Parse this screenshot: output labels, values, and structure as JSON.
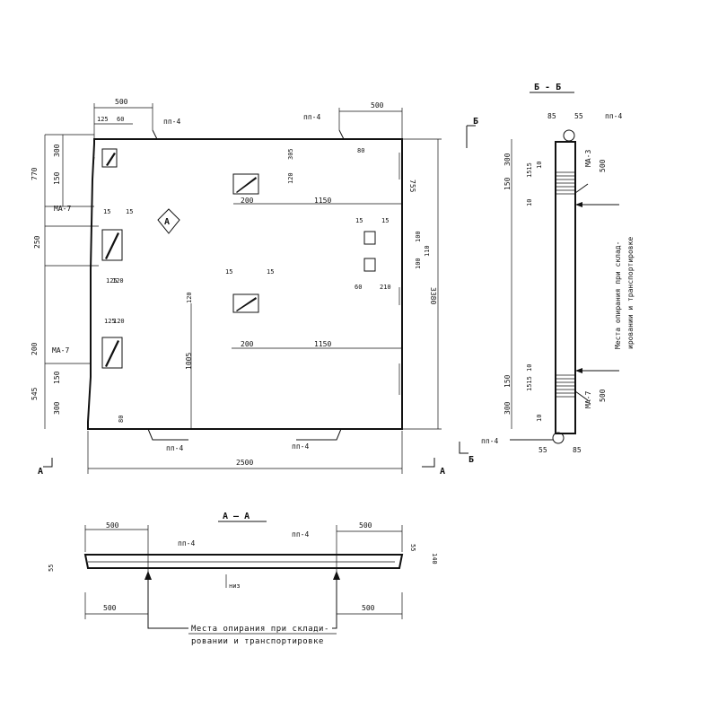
{
  "sections": {
    "b_label": "Б - Б",
    "a_label": "А — А",
    "cut_b": "Б",
    "cut_a": "А",
    "marker_a": "А"
  },
  "labels": {
    "pp4": "пп-4",
    "ma7": "МА-7",
    "ma3": "МА-3",
    "note_b": "Места опирания при склад-",
    "note_b2": "ировании и транспортировке",
    "note_a": "Места опирания при склади-",
    "note_a2": "ровании и транспортировке",
    "niz": "низ"
  },
  "dims": {
    "d500": "500",
    "d125": "125",
    "d60": "60",
    "d300": "300",
    "d150": "150",
    "d770": "770",
    "d250": "250",
    "d200": "200",
    "d545": "545",
    "d15": "15",
    "d120": "120",
    "d305": "305",
    "d1150": "1150",
    "d1150b": "1150",
    "d2500": "2500",
    "d1005": "1005",
    "d80": "80",
    "d3380": "3380",
    "d755": "755",
    "d100": "100",
    "d110": "110",
    "d210": "210",
    "d85": "85",
    "d55": "55",
    "d10": "10",
    "d1515": "1515",
    "d140": "140"
  }
}
